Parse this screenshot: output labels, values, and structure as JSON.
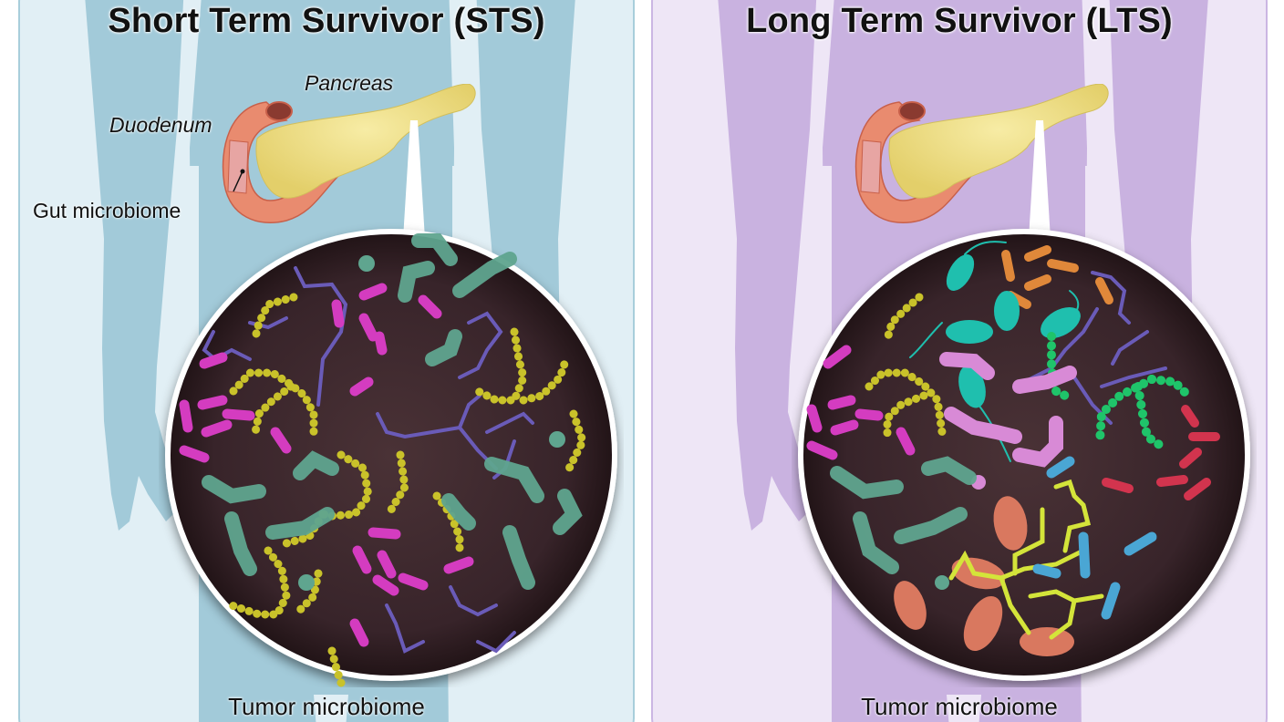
{
  "figure": {
    "panels": [
      {
        "id": "sts",
        "title": "Short Term Survivor (STS)",
        "background_color": "#e1eff5",
        "silhouette_color": "#a2cad9",
        "organ_labels": {
          "pancreas": "Pancreas",
          "duodenum": "Duodenum",
          "gut_microbiome": "Gut microbiome"
        },
        "inset_label": "Tumor microbiome",
        "microbe_types": [
          "magenta-rod",
          "yellow-coccus-chain",
          "teal-hairy-chain",
          "purple-filament",
          "teal-spiky-coccus"
        ]
      },
      {
        "id": "lts",
        "title": "Long Term Survivor (LTS)",
        "background_color": "#eee6f6",
        "silhouette_color": "#c9b2e0",
        "inset_label": "Tumor microbiome",
        "microbe_types": [
          "magenta-rod",
          "yellow-coccus-chain",
          "teal-hairy-chain",
          "purple-filament",
          "cyan-flagellated-rod",
          "orange-rod",
          "pink-hairy-chain",
          "green-coccus-chain",
          "red-rod",
          "blue-fimbriated-rod",
          "salmon-oval",
          "lime-filament"
        ]
      }
    ],
    "colors": {
      "inset_background": "#3a2528",
      "pancreas": "#efe08a",
      "duodenum": "#e98b6f",
      "magenta_rod": "#d43cc0",
      "yellow_cocci": "#c9c22a",
      "teal_hairy": "#5fa58f",
      "purple_filament": "#6a5bb8",
      "cyan_rod": "#1fbfae",
      "orange_rod": "#e0883a",
      "pink_hairy": "#d88ad6",
      "green_cocci": "#1fc46a",
      "red_rod": "#d2344e",
      "blue_rod": "#4aa6d4",
      "salmon_oval": "#d9785f",
      "lime_filament": "#d4e43a"
    }
  }
}
